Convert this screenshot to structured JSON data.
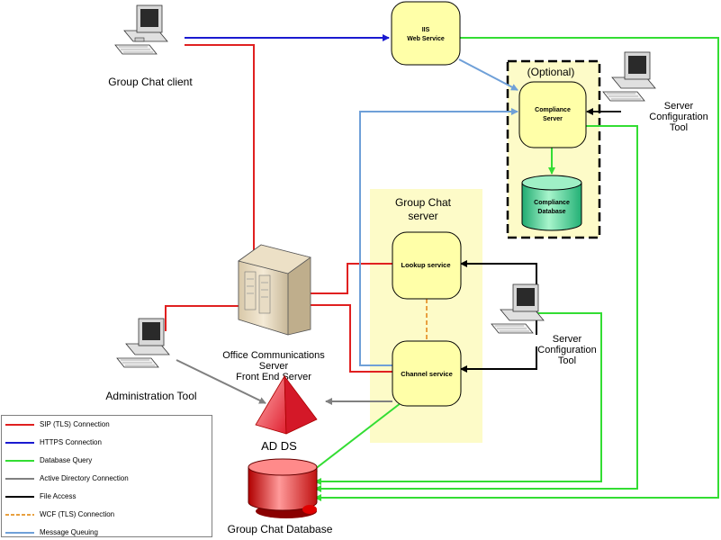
{
  "nodes": {
    "group_chat_client": "Group Chat client",
    "iis": [
      "IIS",
      "Web Service"
    ],
    "optional": "(Optional)",
    "compliance_server": [
      "Compliance",
      "Server"
    ],
    "compliance_database": [
      "Compliance",
      "Database"
    ],
    "server_config_tool_top": [
      "Server",
      "Configuration",
      "Tool"
    ],
    "group_chat_server": [
      "Group Chat",
      "server"
    ],
    "lookup_service": "Lookup service",
    "channel_service": "Channel service",
    "server_config_tool_mid": [
      "Server",
      "Configuration",
      "Tool"
    ],
    "front_end": [
      "Office Communications",
      "Server",
      "Front End Server"
    ],
    "administration_tool": "Administration Tool",
    "ad_ds": "AD DS",
    "group_chat_database": "Group Chat Database"
  },
  "legend": [
    {
      "label": "SIP (TLS) Connection",
      "color": "#e02020",
      "dashed": false
    },
    {
      "label": "HTTPS Connection",
      "color": "#1a1ad0",
      "dashed": false
    },
    {
      "label": "Database Query",
      "color": "#33dd33",
      "dashed": false
    },
    {
      "label": "Active Directory Connection",
      "color": "#808080",
      "dashed": false
    },
    {
      "label": "File Access",
      "color": "#000000",
      "dashed": false
    },
    {
      "label": "WCF (TLS) Connection",
      "color": "#e8a040",
      "dashed": true
    },
    {
      "label": "Message Queuing",
      "color": "#6fa0d8",
      "dashed": false
    }
  ],
  "colors": {
    "sip": "#e02020",
    "https": "#1a1ad0",
    "db": "#33dd33",
    "ad": "#808080",
    "file": "#000000",
    "wcf": "#e8a040",
    "mq": "#6fa0d8",
    "service_fill": "#ffffa8",
    "zone_fill": "#fdfbc8"
  }
}
